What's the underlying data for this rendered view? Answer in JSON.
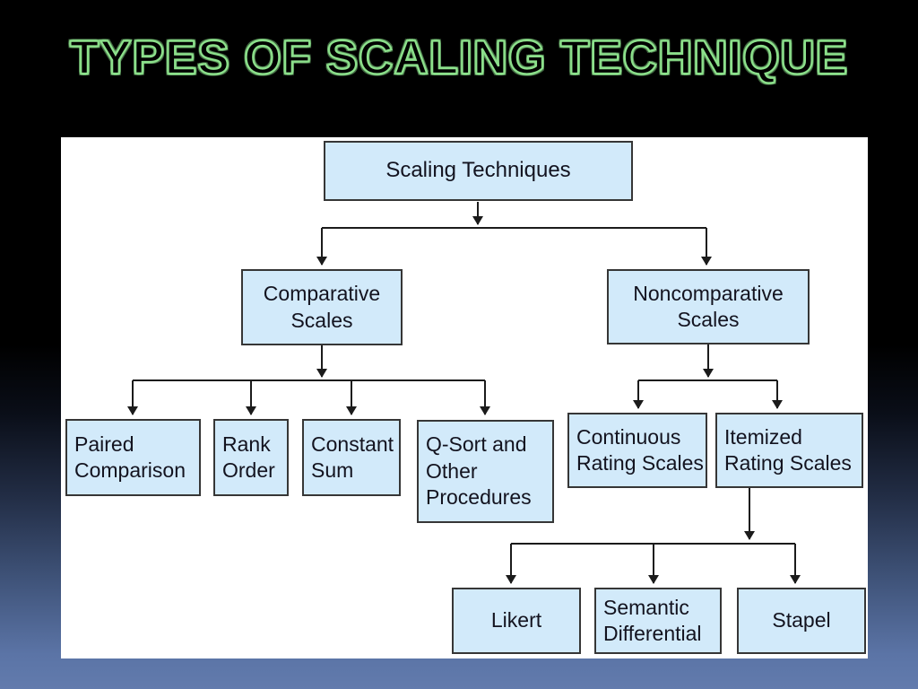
{
  "slide": {
    "title": "TYPES OF SCALING TECHNIQUE"
  },
  "colors": {
    "title_outline": "#8CE08B",
    "background_top": "#000000",
    "background_bottom": "#627BAD",
    "panel": "#FFFFFF",
    "box_fill": "#D2EAFA",
    "box_border": "#363636",
    "connector": "#1B1B1B",
    "box_text": "#13131F"
  },
  "diagram": {
    "nodes": {
      "root": {
        "label": "Scaling Techniques"
      },
      "comparative": {
        "label": "Comparative\nScales"
      },
      "noncomparative": {
        "label": "Noncomparative\nScales"
      },
      "paired_comparison": {
        "label": "Paired\nComparison"
      },
      "rank_order": {
        "label": "Rank\nOrder"
      },
      "constant_sum": {
        "label": "Constant\nSum"
      },
      "q_sort": {
        "label": "Q-Sort and\nOther\nProcedures"
      },
      "continuous_rating": {
        "label": "Continuous\nRating Scales"
      },
      "itemized_rating": {
        "label": "Itemized\nRating Scales"
      },
      "likert": {
        "label": "Likert"
      },
      "semantic_differential": {
        "label": "Semantic\nDifferential"
      },
      "stapel": {
        "label": "Stapel"
      }
    },
    "edges": [
      {
        "from": "root",
        "to": "comparative"
      },
      {
        "from": "root",
        "to": "noncomparative"
      },
      {
        "from": "comparative",
        "to": "paired_comparison"
      },
      {
        "from": "comparative",
        "to": "rank_order"
      },
      {
        "from": "comparative",
        "to": "constant_sum"
      },
      {
        "from": "comparative",
        "to": "q_sort"
      },
      {
        "from": "noncomparative",
        "to": "continuous_rating"
      },
      {
        "from": "noncomparative",
        "to": "itemized_rating"
      },
      {
        "from": "itemized_rating",
        "to": "likert"
      },
      {
        "from": "itemized_rating",
        "to": "semantic_differential"
      },
      {
        "from": "itemized_rating",
        "to": "stapel"
      }
    ]
  }
}
